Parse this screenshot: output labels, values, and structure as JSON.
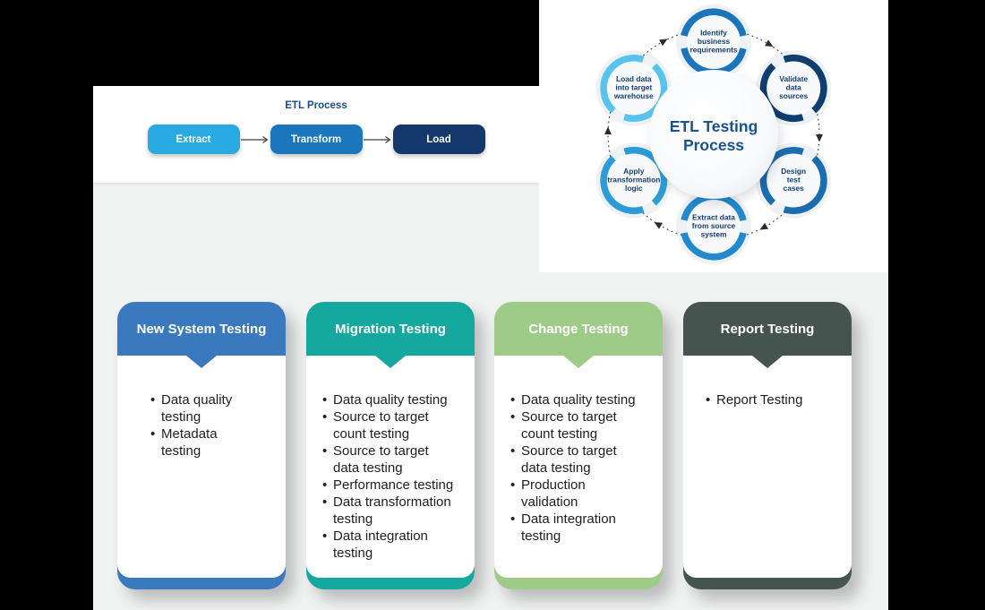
{
  "etl_process": {
    "title": "ETL Process",
    "title_color": "#1B4B8F",
    "steps": [
      {
        "label": "Extract",
        "color": "#29ABE2"
      },
      {
        "label": "Transform",
        "color": "#1B76BC"
      },
      {
        "label": "Load",
        "color": "#14386B"
      }
    ]
  },
  "etl_testing_cycle": {
    "center_title": "ETL Testing Process",
    "center_lines": [
      "ETL Testing",
      "Process"
    ],
    "center_color": "#1A5190",
    "label_color": "#123F77",
    "steps": [
      {
        "label": "Identify business requirements",
        "lines": [
          "Identify",
          "business",
          "requirements"
        ],
        "color": "#1B75BC"
      },
      {
        "label": "Validate data sources",
        "lines": [
          "Validate",
          "data",
          "sources"
        ],
        "color": "#0F3D6E"
      },
      {
        "label": "Design test cases",
        "lines": [
          "Design",
          "test",
          "cases"
        ],
        "color": "#1C6CB0"
      },
      {
        "label": "Extract data from source system",
        "lines": [
          "Extract data",
          "from source",
          "system"
        ],
        "color": "#2389CE"
      },
      {
        "label": "Apply transformation logic",
        "lines": [
          "Apply",
          "transformation",
          "logic"
        ],
        "color": "#2D9BD8"
      },
      {
        "label": "Load data into target warehouse",
        "lines": [
          "Load data",
          "into target",
          "warehouse"
        ],
        "color": "#58C4EE"
      }
    ]
  },
  "testing_categories": [
    {
      "title": "New System Testing",
      "color": "#3A79BD",
      "items": [
        "Data quality\ntesting",
        "Metadata\ntesting"
      ]
    },
    {
      "title": "Migration Testing",
      "color": "#14A89E",
      "items": [
        "Data quality testing",
        "Source to target\ncount testing",
        "Source to target\ndata testing",
        "Performance testing",
        "Data transformation\ntesting",
        "Data integration\ntesting"
      ]
    },
    {
      "title": "Change Testing",
      "color": "#9FCB89",
      "items": [
        "Data quality testing",
        "Source to target\ncount testing",
        "Source to target\ndata testing",
        "Production\nvalidation",
        "Data integration\ntesting"
      ]
    },
    {
      "title": "Report Testing",
      "color": "#45544F",
      "items": [
        "Report Testing"
      ]
    }
  ]
}
